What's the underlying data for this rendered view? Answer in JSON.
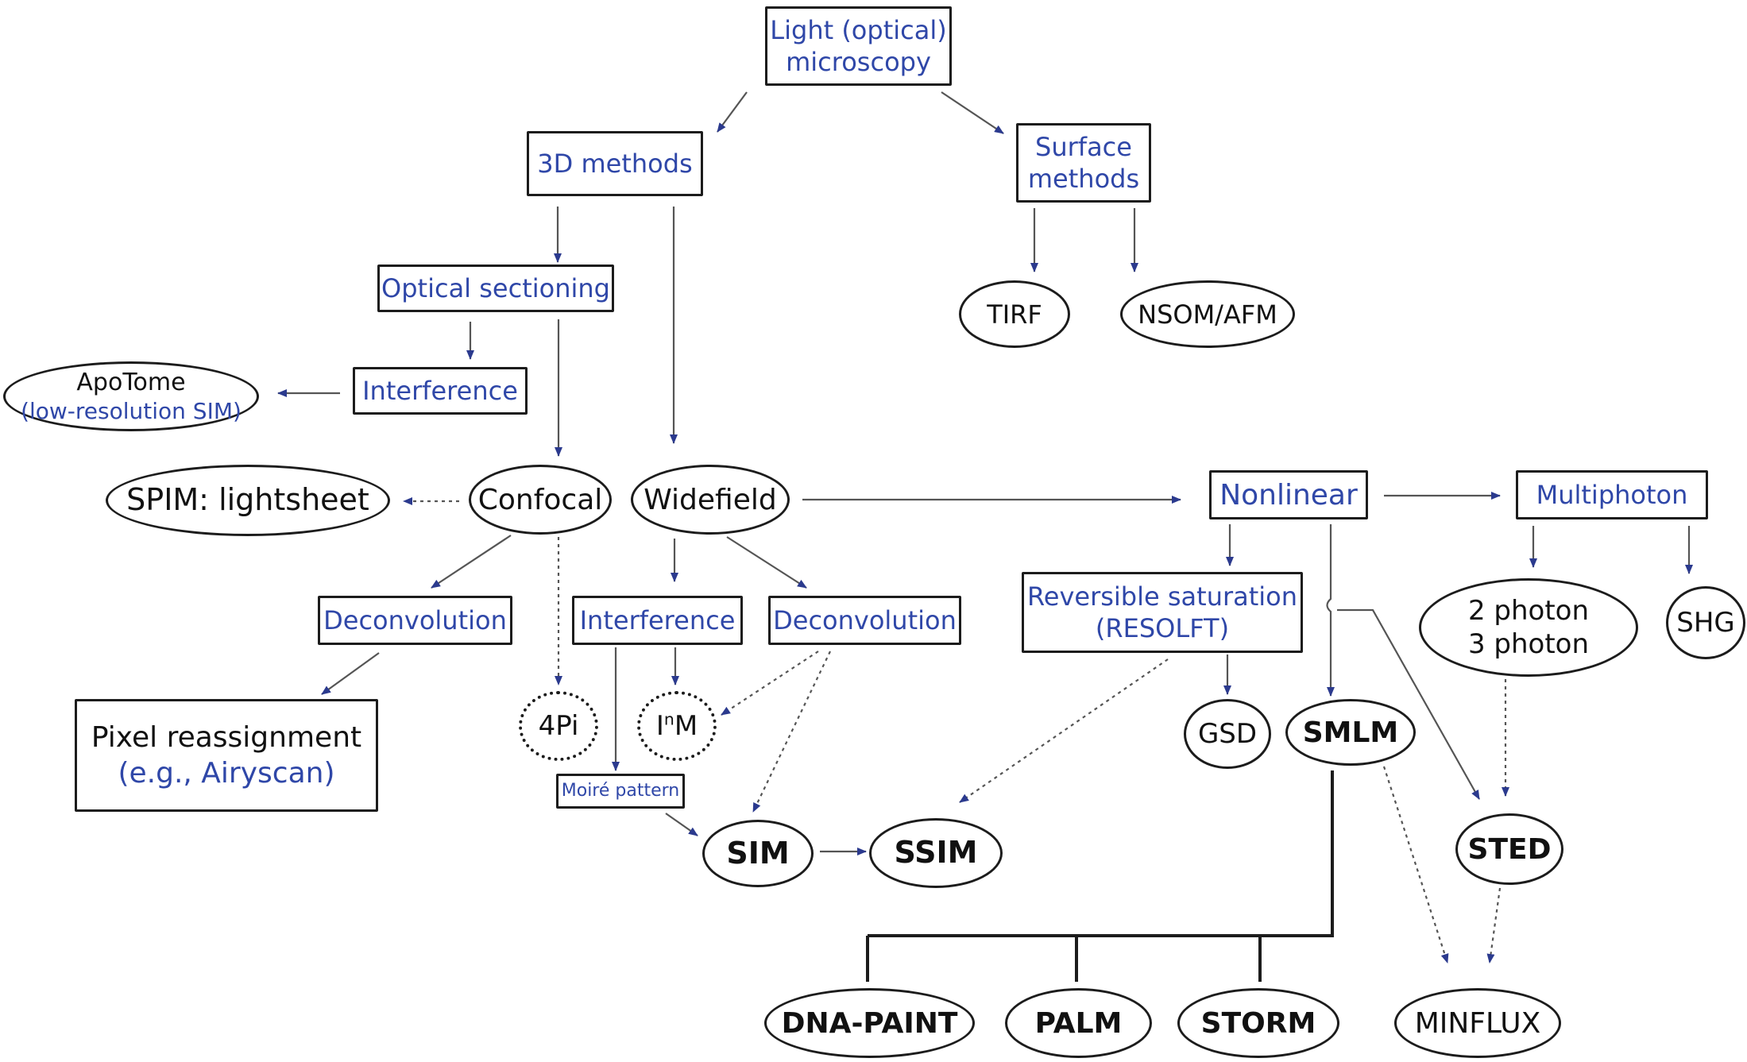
{
  "diagram": {
    "nodes": {
      "light_microscopy": [
        "Light (optical)",
        "microscopy"
      ],
      "methods_3d": "3D methods",
      "surface_methods": [
        "Surface",
        "methods"
      ],
      "tirf": "TIRF",
      "nsom_afm": "NSOM/AFM",
      "optical_sectioning": "Optical sectioning",
      "interference_top": "Interference",
      "apotome": [
        "ApoTome",
        "(low-resolution SIM)"
      ],
      "spim": "SPIM: lightsheet",
      "confocal": "Confocal",
      "widefield": "Widefield",
      "nonlinear": "Nonlinear",
      "multiphoton": "Multiphoton",
      "deconvolution_left": "Deconvolution",
      "pixel_reassignment": [
        "Pixel reassignment",
        "(e.g., Airyscan)"
      ],
      "interference_mid": "Interference",
      "deconvolution_mid": "Deconvolution",
      "four_pi": "4Pi",
      "inm": {
        "base": "I",
        "sup": "n",
        "rest": "M"
      },
      "moire": "Moiré pattern",
      "sim": "SIM",
      "ssim": "SSIM",
      "resolft": [
        "Reversible saturation",
        "(RESOLFT)"
      ],
      "gsd": "GSD",
      "smlm": "SMLM",
      "photon": [
        "2 photon",
        "3 photon"
      ],
      "shg": "SHG",
      "sted": "STED",
      "dna_paint": "DNA-PAINT",
      "palm": "PALM",
      "storm": "STORM",
      "minflux": "MINFLUX"
    },
    "colors": {
      "category_text": "#2f47a8",
      "technique_text": "#111111",
      "border": "#1c1c1c",
      "arrowhead": "#2b3a8e",
      "edge": "#555555"
    }
  }
}
